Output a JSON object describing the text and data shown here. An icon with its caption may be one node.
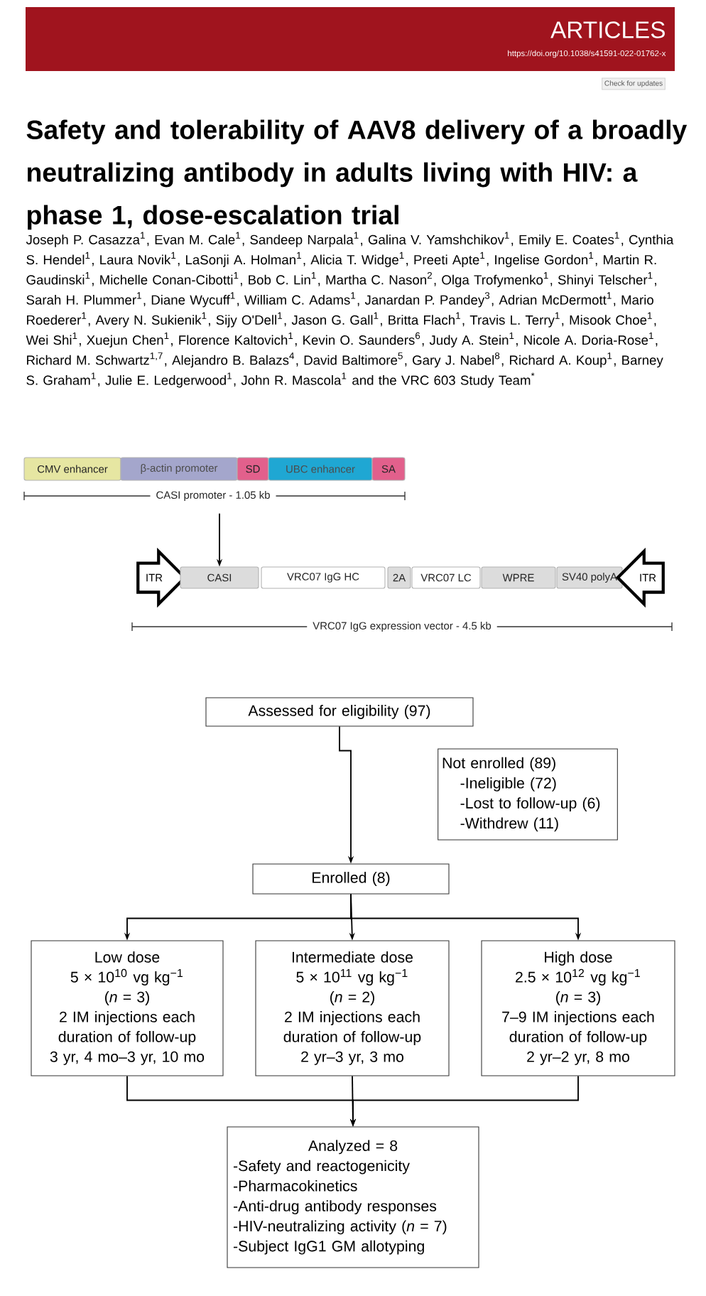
{
  "diagram": {
    "title": "Safety and tolerability of AAV8 delivery of a broadly neutralizing antibody in adults living with HIV: a phase 1, dose-escalation trial",
    "nodes": [
      {
        "text": [
          "CMV enhancer"
        ]
      },
      {
        "text": [
          "β-actin promoter"
        ]
      },
      {
        "text": [
          "SD"
        ]
      },
      {
        "text": [
          "UBC enhancer"
        ]
      },
      {
        "text": [
          "SA"
        ]
      },
      {
        "text": [
          "ITR"
        ]
      },
      {
        "text": [
          "CASI"
        ]
      },
      {
        "text": [
          "VRC07 IgG HC"
        ]
      },
      {
        "text": [
          "2A"
        ]
      },
      {
        "text": [
          "VRC07 LC"
        ]
      },
      {
        "text": [
          "WPRE"
        ]
      },
      {
        "text": [
          "SV40 polyA"
        ]
      },
      {
        "text": [
          "ITR"
        ]
      },
      {
        "text": [
          "Assessed for eligibility (97)"
        ]
      },
      {
        "text": [
          "Not enrolled (89)",
          "-Ineligible (72)",
          "-Lost to follow-up (6)",
          "-Withdrew (11)"
        ]
      },
      {
        "text": [
          "Enrolled (8)"
        ]
      },
      {
        "text": [
          "Low dose",
          "5 × 10$^{10}$ vg kg$^{−1}$",
          "(*n* = 3)",
          "2 IM injections each",
          "duration of follow-up",
          "3 yr, 4 mo–3 yr, 10 mo"
        ]
      },
      {
        "text": [
          "Intermediate dose",
          "5 × 10$^{11}$ vg kg$^{−1}$",
          "(*n* = 2)",
          "2 IM injections each",
          "duration of follow-up",
          "2 yr–3  yr, 3 mo"
        ]
      },
      {
        "text": [
          "High dose",
          "2.5 × 10$^{12}$ vg kg$^{−1}$",
          "(*n* = 3)",
          "7–9 IM injections each",
          "duration of follow-up",
          "2 yr–2 yr, 8 mo"
        ]
      },
      {
        "text": [
          "Analyzed = 8",
          "-Safety and reactogenicity",
          "-Pharmacokinetics",
          "-Anti-drug antibody responses",
          "-HIV-neutralizing activity (*n* = 7)",
          "-Subject IgG1 GM allotyping"
        ]
      }
    ],
    "edges": [
      {
        "from": null,
        "to": 6,
        "arrow": "to"
      },
      {
        "from": 13,
        "to": 15,
        "arrow": "to"
      },
      {
        "from": 15,
        "to": 16,
        "arrow": "to"
      },
      {
        "from": 15,
        "to": 17,
        "arrow": "to"
      },
      {
        "from": 15,
        "to": 18,
        "arrow": "to"
      },
      {
        "from": 16,
        "to": 19,
        "arrow": "to"
      },
      {
        "from": 17,
        "to": 19,
        "arrow": "to"
      },
      {
        "from": 18,
        "to": 19,
        "arrow": "to"
      }
    ],
    "labels": [
      "ARTICLES",
      "https://doi.org/10.1038/s41591-022-01762-x",
      "Check for updates",
      "Joseph P. Casazza$^{1}$, Evan M. Cale$^{1}$, Sandeep Narpala$^{1}$, Galina V. Yamshchikov$^{1}$, Emily E. Coates$^{1}$, Cynthia S. Hendel$^{1}$, Laura Novik$^{1}$, LaSonji A. Holman$^{1}$, Alicia T. Widge$^{1}$, Preeti Apte$^{1}$, Ingelise Gordon$^{1}$, Martin R. Gaudinski$^{1}$, Michelle Conan-Cibotti$^{1}$, Bob C. Lin$^{1}$, Martha C. Nason$^{2}$, Olga Trofymenko$^{1}$, Shinyi Telscher$^{1}$, Sarah H. Plummer$^{1}$, Diane Wycuff$^{1}$, William C. Adams$^{1}$, Janardan P. Pandey$^{3}$, Adrian McDermott$^{1}$, Mario Roederer$^{1}$, Avery N. Sukienik$^{1}$, Sijy O'Dell$^{1}$, Jason G. Gall$^{1}$, Britta Flach$^{1}$, Travis L. Terry$^{1}$, Misook Choe$^{1}$, Wei Shi$^{1}$, Xuejun Chen$^{1}$, Florence Kaltovich$^{1}$, Kevin O. Saunders$^{6}$, Judy A. Stein$^{1}$, Nicole A. Doria-Rose$^{1}$, Richard M. Schwartz$^{1,7}$, Alejandro B. Balazs$^{4}$, David Baltimore$^{5}$, Gary J. Nabel$^{8}$, Richard A. Koup$^{1}$, Barney S. Graham$^{1}$, Julie E. Ledgerwood$^{1}$, John R. Mascola$^{1}$ and the VRC 603 Study Team$^{*}$",
      "CASI promoter - 1.05 kb",
      "VRC07 IgG expression vector - 4.5 kb"
    ]
  }
}
